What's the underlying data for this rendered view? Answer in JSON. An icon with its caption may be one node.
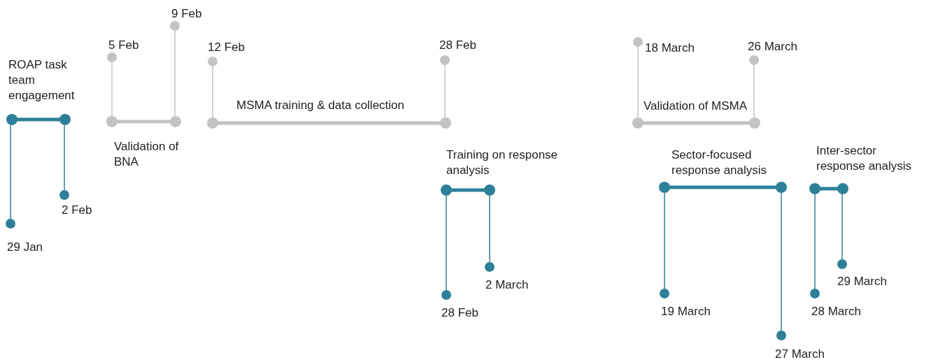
{
  "diagram": {
    "nodes": [
      {
        "text": [
          "ROAP task team engagement"
        ]
      },
      {
        "text": [],
        "shape": "circle",
        "beside": [
          "29 Jan"
        ]
      },
      {
        "text": [],
        "shape": "circle",
        "beside": [
          "2 Feb"
        ]
      },
      {
        "text": [
          "Validation of BNA"
        ]
      },
      {
        "text": [],
        "shape": "circle",
        "beside": [
          "5 Feb"
        ]
      },
      {
        "text": [],
        "shape": "circle",
        "beside": [
          "9 Feb"
        ]
      },
      {
        "text": [
          "MSMA training & data collection"
        ]
      },
      {
        "text": [],
        "shape": "circle",
        "beside": [
          "12 Feb"
        ]
      },
      {
        "text": [],
        "shape": "circle",
        "beside": [
          "28 Feb"
        ]
      },
      {
        "text": [
          "Training on response analysis"
        ]
      },
      {
        "text": [],
        "shape": "circle",
        "beside": [
          "28 Feb"
        ]
      },
      {
        "text": [],
        "shape": "circle",
        "beside": [
          "2 March"
        ]
      },
      {
        "text": [
          "Validation of MSMA"
        ]
      },
      {
        "text": [],
        "shape": "circle",
        "beside": [
          "18 March"
        ]
      },
      {
        "text": [],
        "shape": "circle",
        "beside": [
          "26 March"
        ]
      },
      {
        "text": [
          "Sector-focused response analysis"
        ]
      },
      {
        "text": [],
        "shape": "circle",
        "beside": [
          "19 March"
        ]
      },
      {
        "text": [],
        "shape": "circle",
        "beside": [
          "27 March"
        ]
      },
      {
        "text": [
          "Inter-sector response analysis"
        ]
      },
      {
        "text": [],
        "shape": "circle",
        "beside": [
          "28 March"
        ]
      },
      {
        "text": [],
        "shape": "circle",
        "beside": [
          "29 March"
        ]
      }
    ],
    "edges": [
      {
        "from": 0,
        "to": 1,
        "arrow": "none"
      },
      {
        "from": 0,
        "to": 2,
        "arrow": "none"
      },
      {
        "from": 3,
        "to": 4,
        "arrow": "none",
        "color": "#c3c3c3"
      },
      {
        "from": 3,
        "to": 5,
        "arrow": "none",
        "color": "#c3c3c3"
      },
      {
        "from": 6,
        "to": 7,
        "arrow": "none",
        "color": "#c3c3c3"
      },
      {
        "from": 6,
        "to": 8,
        "arrow": "none",
        "color": "#c3c3c3"
      },
      {
        "from": 9,
        "to": 10,
        "arrow": "none"
      },
      {
        "from": 9,
        "to": 11,
        "arrow": "none"
      },
      {
        "from": 12,
        "to": 13,
        "arrow": "none",
        "color": "#c3c3c3"
      },
      {
        "from": 12,
        "to": 14,
        "arrow": "none",
        "color": "#c3c3c3"
      },
      {
        "from": 15,
        "to": 16,
        "arrow": "none"
      },
      {
        "from": 15,
        "to": 17,
        "arrow": "none"
      },
      {
        "from": 18,
        "to": 19,
        "arrow": "none"
      },
      {
        "from": 18,
        "to": 20,
        "arrow": "none"
      }
    ]
  }
}
